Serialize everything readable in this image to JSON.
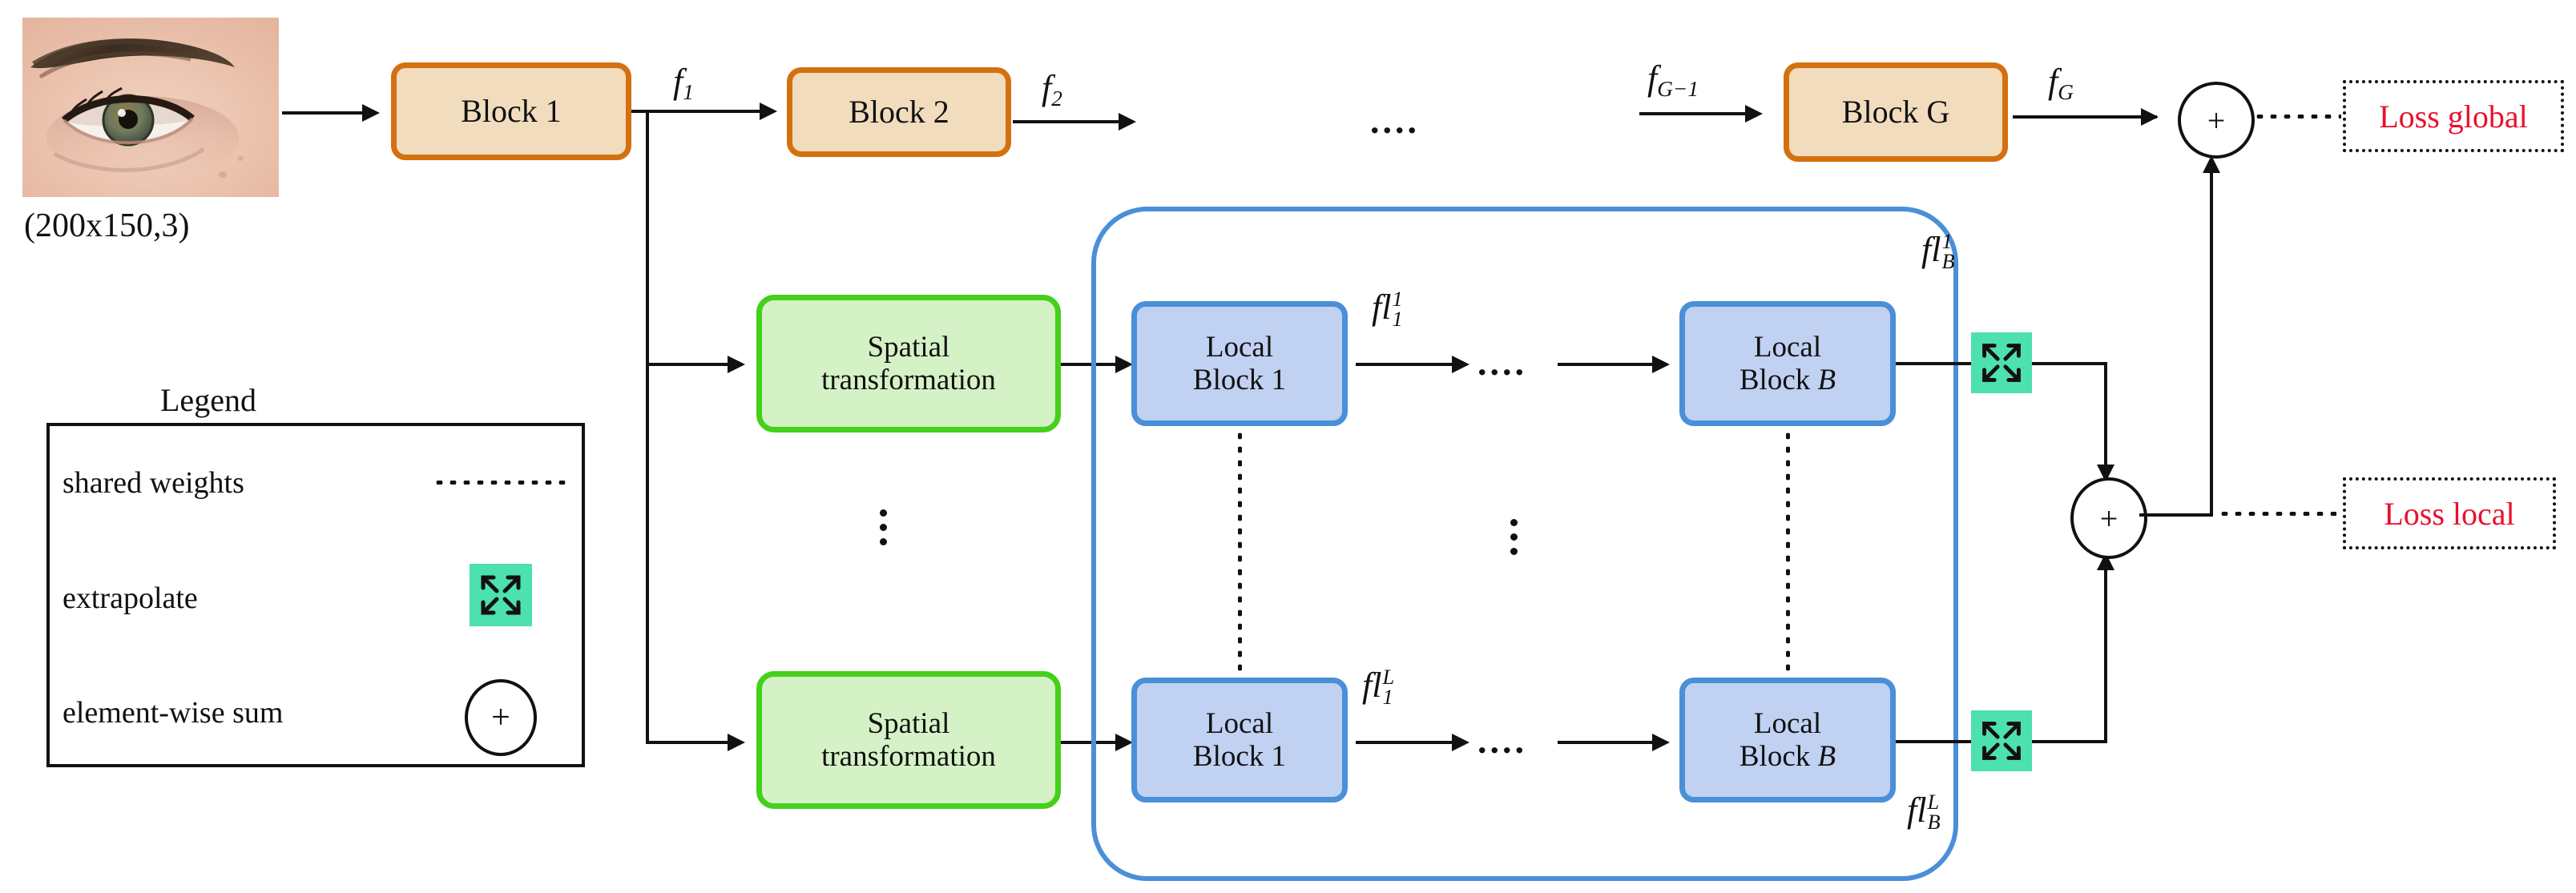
{
  "figure": {
    "input": {
      "caption": "(200x150,3)",
      "alt": "eye-photograph"
    },
    "global_branch": {
      "blocks": [
        {
          "label": "Block 1"
        },
        {
          "label": "Block 2"
        },
        {
          "label": "Block G"
        }
      ],
      "feature_labels": [
        {
          "base": "f",
          "sub": "1"
        },
        {
          "base": "f",
          "sub": "2"
        },
        {
          "base": "f",
          "sub": "G−1"
        },
        {
          "base": "f",
          "sub": "G"
        }
      ],
      "ellipsis": "....",
      "sum_symbol": "+",
      "loss_label": "Loss global"
    },
    "local_branch": {
      "spatial_transform_label_line1": "Spatial",
      "spatial_transform_label_line2": "transformation",
      "local_block_first_line1": "Local",
      "local_block_first_line2": "Block 1",
      "local_block_last_line1": "Local",
      "local_block_last_line2": "Block B",
      "row_ellipsis": "....",
      "fl_labels": [
        {
          "base": "fl",
          "sub": "1",
          "sup": "1"
        },
        {
          "base": "fl",
          "sub": "B",
          "sup": "1"
        },
        {
          "base": "fl",
          "sub": "1",
          "sup": "L"
        },
        {
          "base": "fl",
          "sub": "B",
          "sup": "L"
        }
      ],
      "sum_symbol": "+",
      "loss_label": "Loss local"
    },
    "legend": {
      "title": "Legend",
      "items": [
        {
          "label": "shared weights",
          "icon": "dotted-line-icon"
        },
        {
          "label": "extrapolate",
          "icon": "extrapolate-icon"
        },
        {
          "label": "element-wise sum",
          "icon": "plus-circle-icon"
        }
      ]
    },
    "colors": {
      "block_border": "#D4700F",
      "block_fill": "#F2DCBE",
      "spatial_border": "#45D01C",
      "spatial_fill": "#D5F2C6",
      "local_border": "#4A8FD8",
      "local_fill": "#C0D1F2",
      "extrapolate": "#4DE0B0",
      "loss_text": "#E8112D",
      "line": "#111111"
    }
  }
}
